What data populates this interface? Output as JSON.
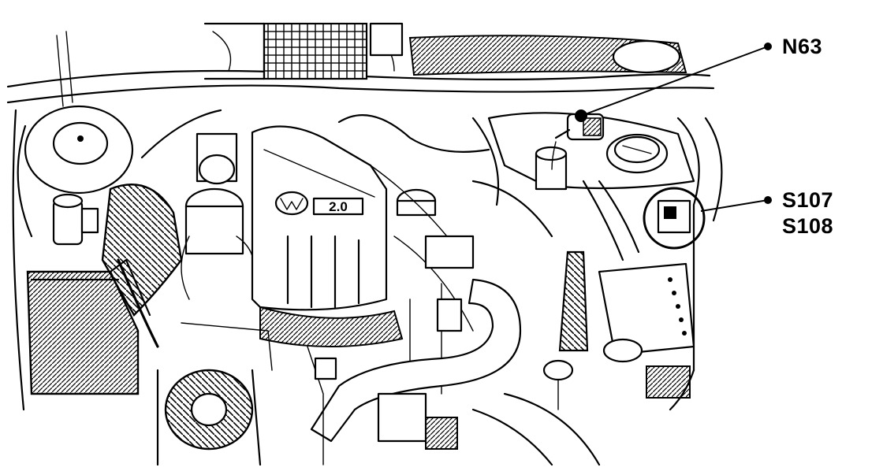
{
  "callouts": [
    {
      "id": "N63",
      "lines": [
        "N63"
      ]
    },
    {
      "id": "S107-S108",
      "lines": [
        "S107",
        "S108"
      ]
    }
  ],
  "engine_badge_text": "2.0",
  "colors": {
    "ink": "#000000",
    "paper": "#ffffff"
  }
}
